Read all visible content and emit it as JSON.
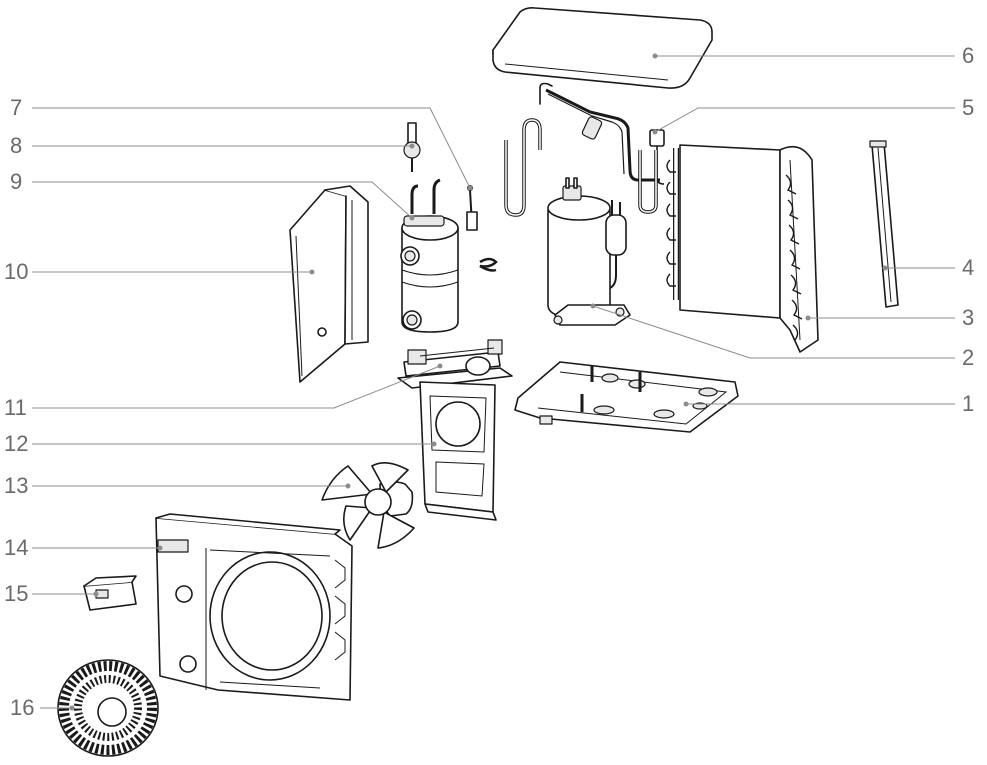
{
  "callouts": [
    "1",
    "2",
    "3",
    "4",
    "5",
    "6",
    "7",
    "8",
    "9",
    "10",
    "11",
    "12",
    "13",
    "14",
    "15",
    "16"
  ],
  "colors": {
    "line": "#1a1a1a",
    "leader": "#8c8c8c",
    "label": "#6a6a6a"
  }
}
